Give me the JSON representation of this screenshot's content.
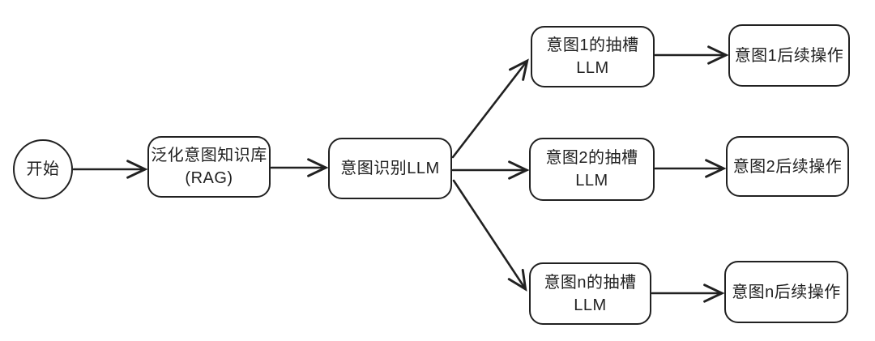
{
  "diagram": {
    "type": "flowchart",
    "colors": {
      "background": "#ffffff",
      "stroke": "#212121",
      "text": "#212121",
      "node_fill": "#ffffff"
    },
    "nodes": {
      "start": {
        "shape": "circle",
        "label": "开始"
      },
      "rag": {
        "shape": "rounded-rect",
        "line1": "泛化意图知识库",
        "line2": "(RAG)"
      },
      "intent_recognition": {
        "shape": "rounded-rect",
        "label": "意图识别LLM"
      },
      "slot1": {
        "shape": "rounded-rect",
        "line1": "意图1的抽槽",
        "line2": "LLM"
      },
      "slot2": {
        "shape": "rounded-rect",
        "line1": "意图2的抽槽",
        "line2": "LLM"
      },
      "slotn": {
        "shape": "rounded-rect",
        "line1": "意图n的抽槽",
        "line2": "LLM"
      },
      "follow1": {
        "shape": "rounded-rect",
        "label": "意图1后续操作"
      },
      "follow2": {
        "shape": "rounded-rect",
        "label": "意图2后续操作"
      },
      "follown": {
        "shape": "rounded-rect",
        "label": "意图n后续操作"
      }
    },
    "edges": [
      {
        "from": "start",
        "to": "rag"
      },
      {
        "from": "rag",
        "to": "intent_recognition"
      },
      {
        "from": "intent_recognition",
        "to": "slot1"
      },
      {
        "from": "intent_recognition",
        "to": "slot2"
      },
      {
        "from": "intent_recognition",
        "to": "slotn"
      },
      {
        "from": "slot1",
        "to": "follow1"
      },
      {
        "from": "slot2",
        "to": "follow2"
      },
      {
        "from": "slotn",
        "to": "follown"
      }
    ]
  }
}
